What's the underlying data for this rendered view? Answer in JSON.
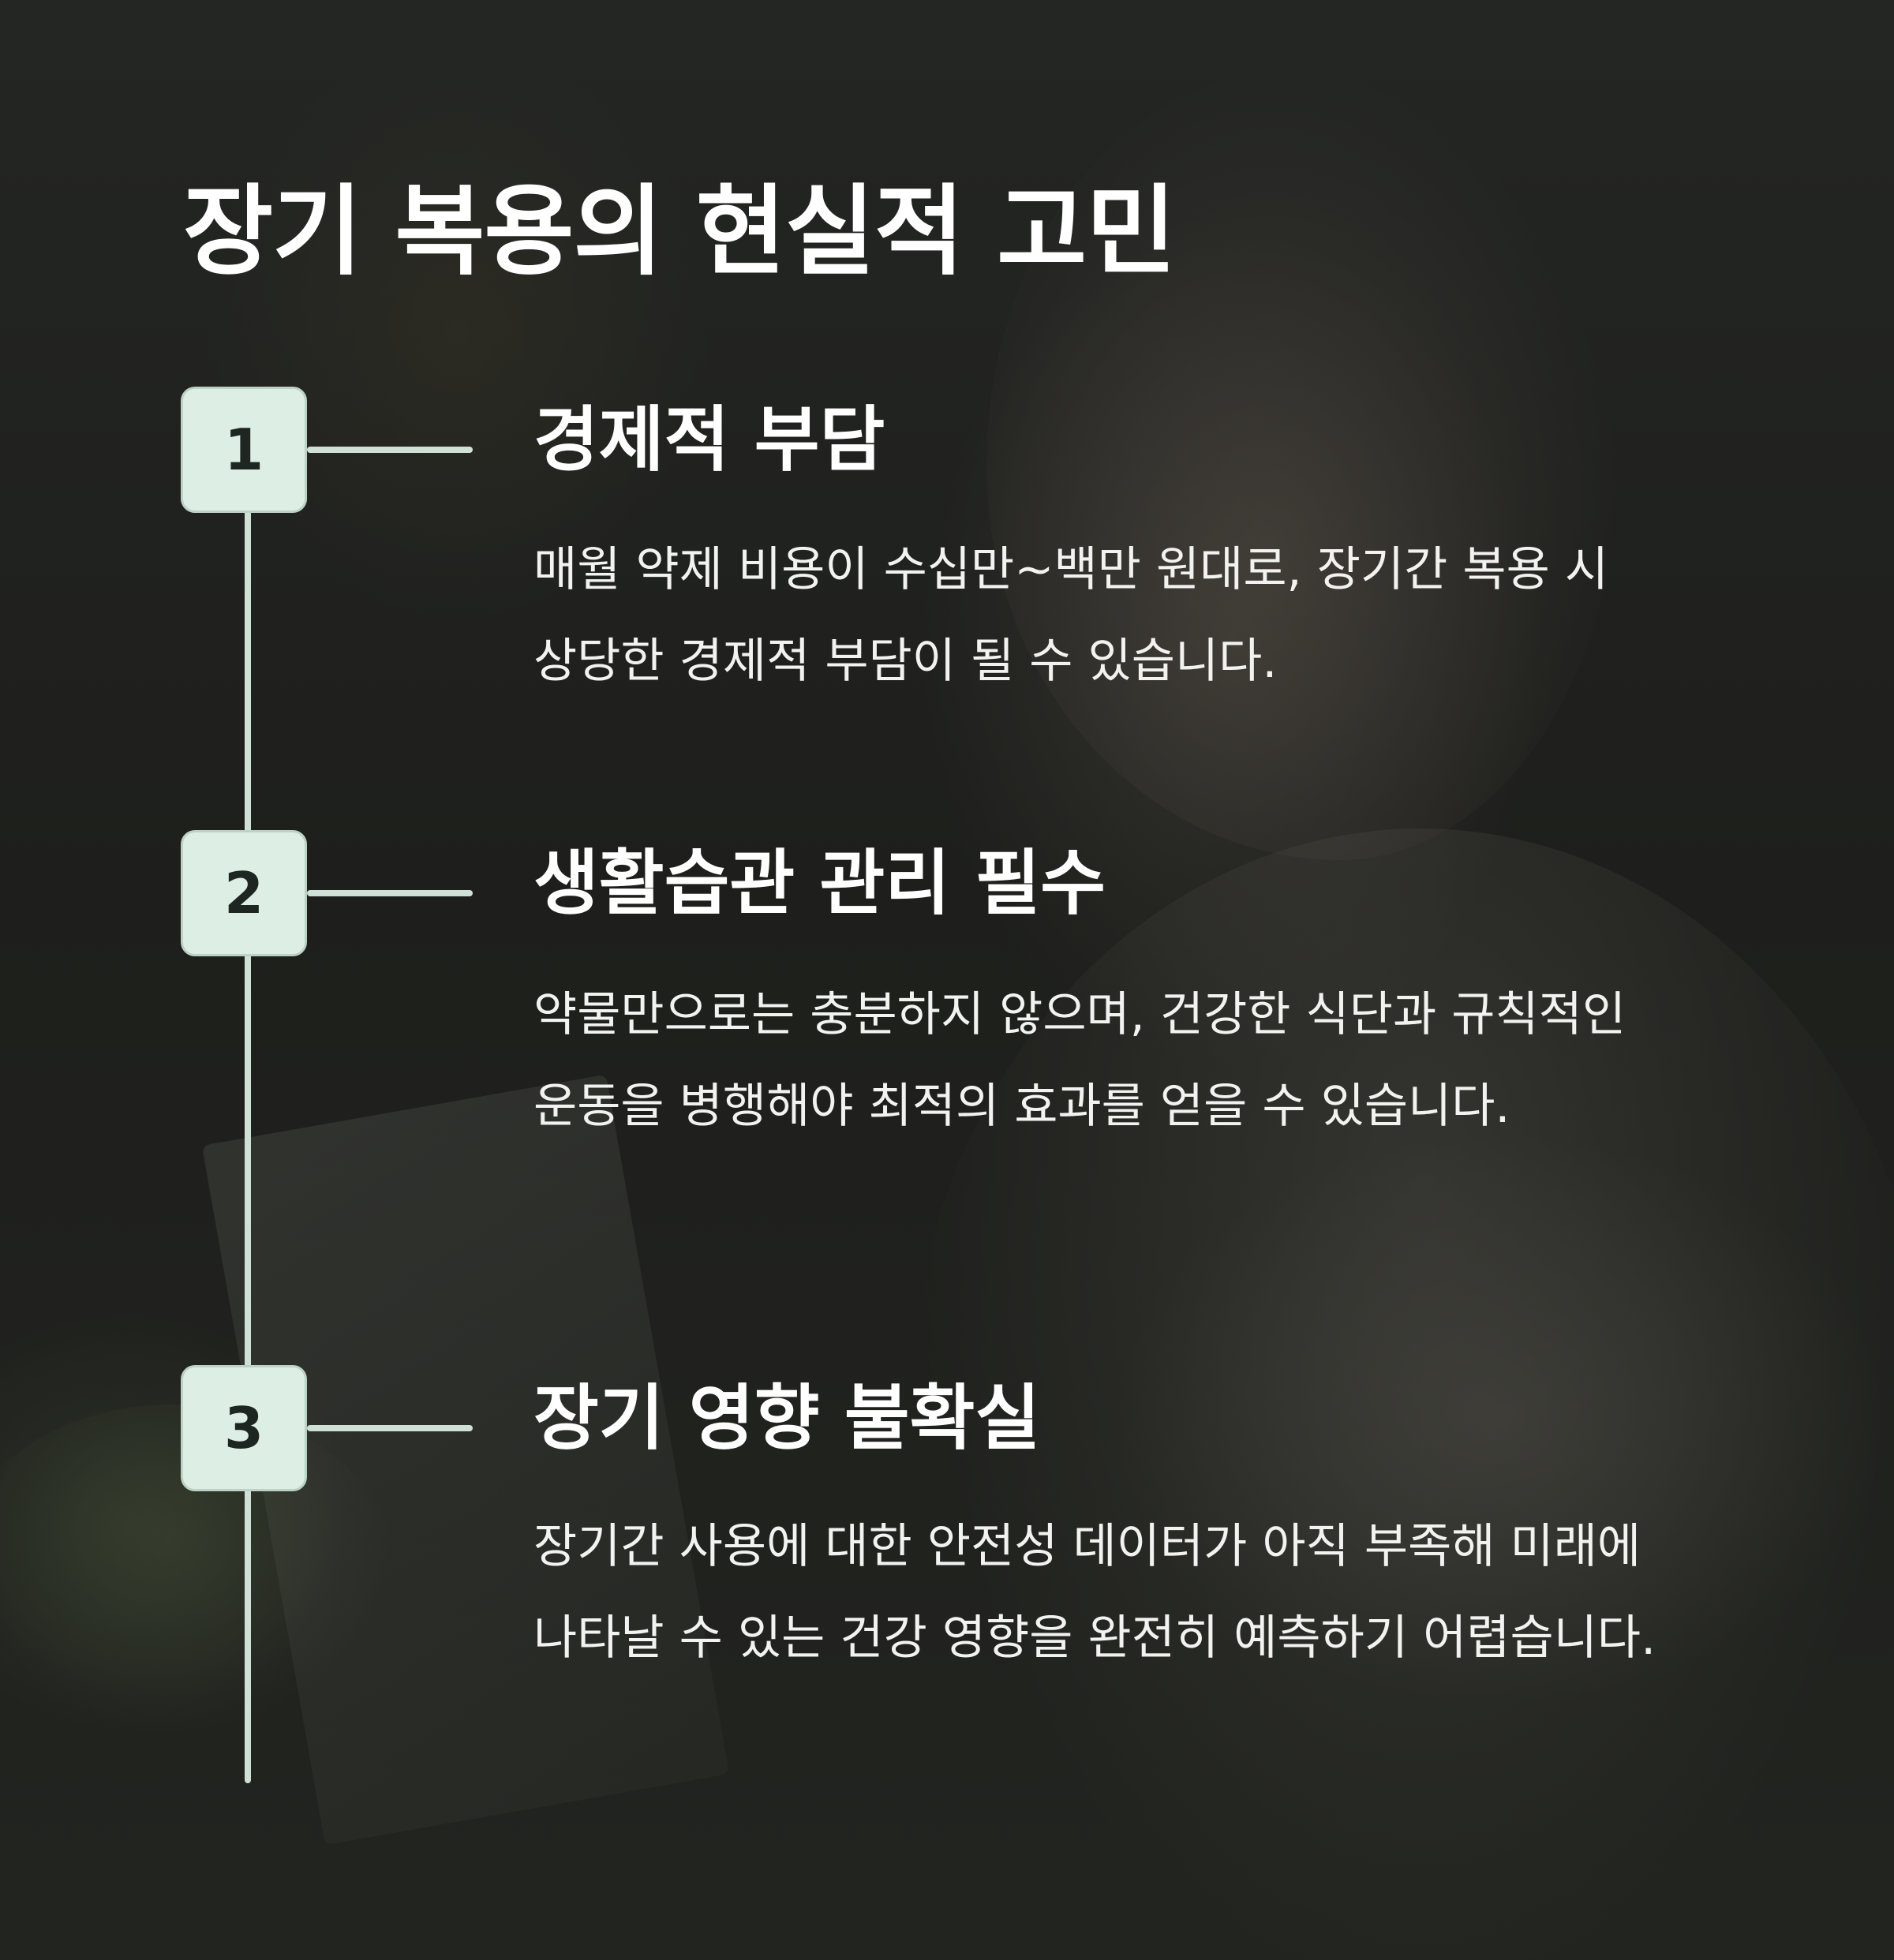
{
  "page": {
    "title": "장기 복용의 현실적 고민"
  },
  "steps": [
    {
      "number": "1",
      "title": "경제적 부담",
      "description": "매월 약제 비용이 수십만~백만 원대로, 장기간 복용 시 상당한 경제적 부담이 될 수 있습니다."
    },
    {
      "number": "2",
      "title": "생활습관 관리 필수",
      "description": "약물만으로는 충분하지 않으며, 건강한 식단과 규칙적인 운동을 병행해야 최적의 효과를 얻을 수 있습니다."
    },
    {
      "number": "3",
      "title": "장기 영향 불확실",
      "description": "장기간 사용에 대한 안전성 데이터가 아직 부족해 미래에 나타날 수 있는 건강 영향을 완전히 예측하기 어렵습니다."
    }
  ],
  "theme": {
    "badge_bg": "#ddeee4",
    "line_color": "#cfe1d6",
    "text_color": "#ffffff"
  }
}
